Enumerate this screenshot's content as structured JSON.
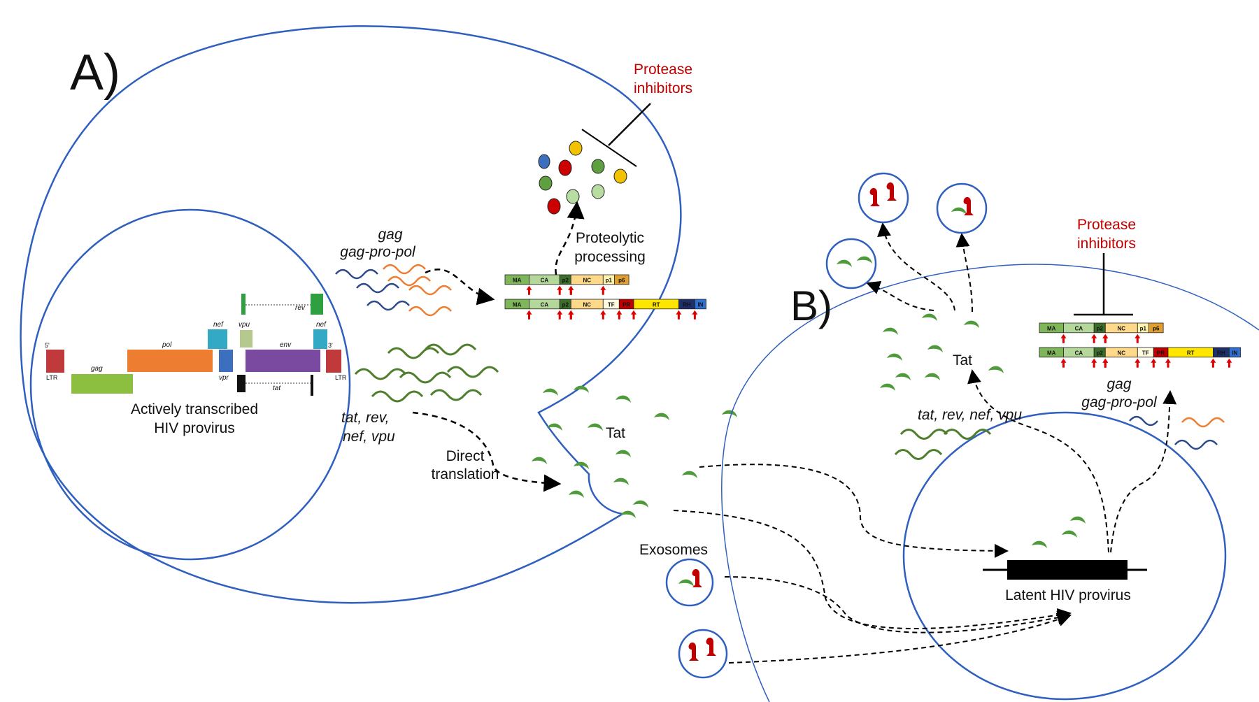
{
  "panel_a": {
    "label": "A)",
    "provirus_label_line1": "Actively transcribed",
    "provirus_label_line2": "HIV provirus",
    "protease_inhibitors_line1": "Protease",
    "protease_inhibitors_line2": "inhibitors",
    "transcript_gag": "gag",
    "transcript_gag_pro_pol": "gag-pro-pol",
    "proteolytic_line1": "Proteolytic",
    "proteolytic_line2": "processing",
    "spliced_line1": "tat, rev,",
    "spliced_line2": "nef, vpu",
    "direct_line1": "Direct",
    "direct_line2": "translation",
    "tat_label": "Tat",
    "exosomes_label": "Exosomes",
    "genome": {
      "ltr5_top": "5'",
      "ltr5": "LTR",
      "ltr3_top": "3'",
      "ltr3": "LTR",
      "gag": "gag",
      "pol": "pol",
      "vpr": "vpr",
      "nef_left": "nef",
      "vpu": "vpu",
      "env": "env",
      "nef_right": "nef",
      "rev": "rev",
      "tat": "tat"
    }
  },
  "panel_b": {
    "label": "B)",
    "protease_inhibitors_line1": "Protease",
    "protease_inhibitors_line2": "inhibitors",
    "tat_label": "Tat",
    "spliced_label": "tat, rev, nef, vpu",
    "transcript_gag": "gag",
    "transcript_gag_pro_pol": "gag-pro-pol",
    "latent_label": "Latent HIV provirus"
  },
  "polyprotein_gag": [
    "MA",
    "CA",
    "p2",
    "NC",
    "p1",
    "p6"
  ],
  "polyprotein_gag_pro_pol": [
    "MA",
    "CA",
    "p2",
    "NC",
    "TF",
    "PR",
    "RT",
    "RH",
    "IN"
  ],
  "colors": {
    "membrane": "#2f5fbf",
    "inhibitor_text": "#c00000",
    "tat_green": "#4f9a3a",
    "transcript_orange": "#ed7d31",
    "transcript_blue": "#2e4a8a",
    "transcript_green": "#4f7f2d",
    "cleavage_arrow": "#e00000",
    "miRNA_red": "#c00000"
  }
}
